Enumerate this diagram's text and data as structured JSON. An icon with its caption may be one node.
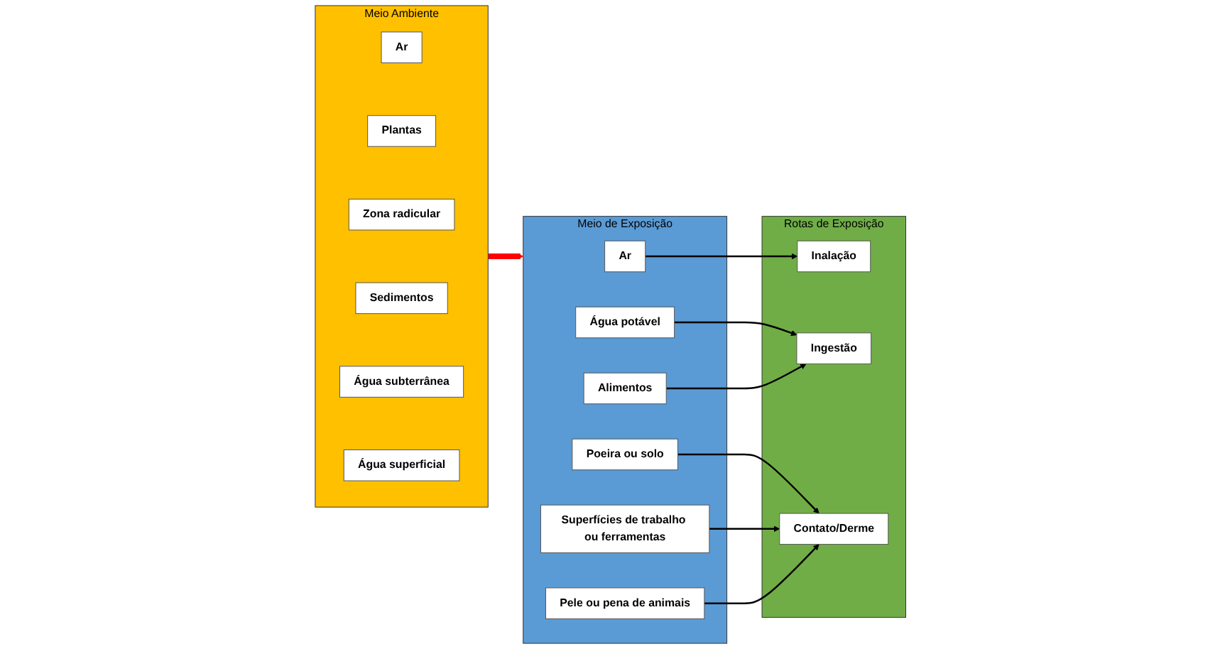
{
  "diagram": {
    "nodes": [
      {
        "text": [
          "Meio Ambiente"
        ]
      },
      {
        "text": [
          "Ar"
        ],
        "in": 0
      },
      {
        "text": [
          "Plantas"
        ],
        "in": 0
      },
      {
        "text": [
          "Zona radicular"
        ],
        "in": 0
      },
      {
        "text": [
          "Sedimentos"
        ],
        "in": 0
      },
      {
        "text": [
          "Água subterrânea"
        ],
        "in": 0
      },
      {
        "text": [
          "Água superficial"
        ],
        "in": 0
      },
      {
        "text": [
          "Meio de Exposição"
        ]
      },
      {
        "text": [
          "Ar"
        ],
        "in": 7
      },
      {
        "text": [
          "Água potável"
        ],
        "in": 7
      },
      {
        "text": [
          "Alimentos"
        ],
        "in": 7
      },
      {
        "text": [
          "Poeira ou solo"
        ],
        "in": 7
      },
      {
        "text": [
          "Superfícies de trabalho ou ferramentas"
        ],
        "in": 7
      },
      {
        "text": [
          "Pele ou pena de animais"
        ],
        "in": 7
      },
      {
        "text": [
          "Rotas de Exposição"
        ]
      },
      {
        "text": [
          "Inalação"
        ],
        "in": 14
      },
      {
        "text": [
          "Ingestão"
        ],
        "in": 14
      },
      {
        "text": [
          "Contato/Derme"
        ],
        "in": 14
      }
    ],
    "edges": [
      {
        "from": 0,
        "to": 7,
        "arrow": "to",
        "style": "thick",
        "color": "#ff0000"
      },
      {
        "from": 8,
        "to": 15,
        "arrow": "to"
      },
      {
        "from": 9,
        "to": 16,
        "arrow": "to"
      },
      {
        "from": 10,
        "to": 16,
        "arrow": "to"
      },
      {
        "from": 11,
        "to": 17,
        "arrow": "to"
      },
      {
        "from": 12,
        "to": 17,
        "arrow": "to"
      },
      {
        "from": 13,
        "to": 17,
        "arrow": "to"
      }
    ]
  }
}
